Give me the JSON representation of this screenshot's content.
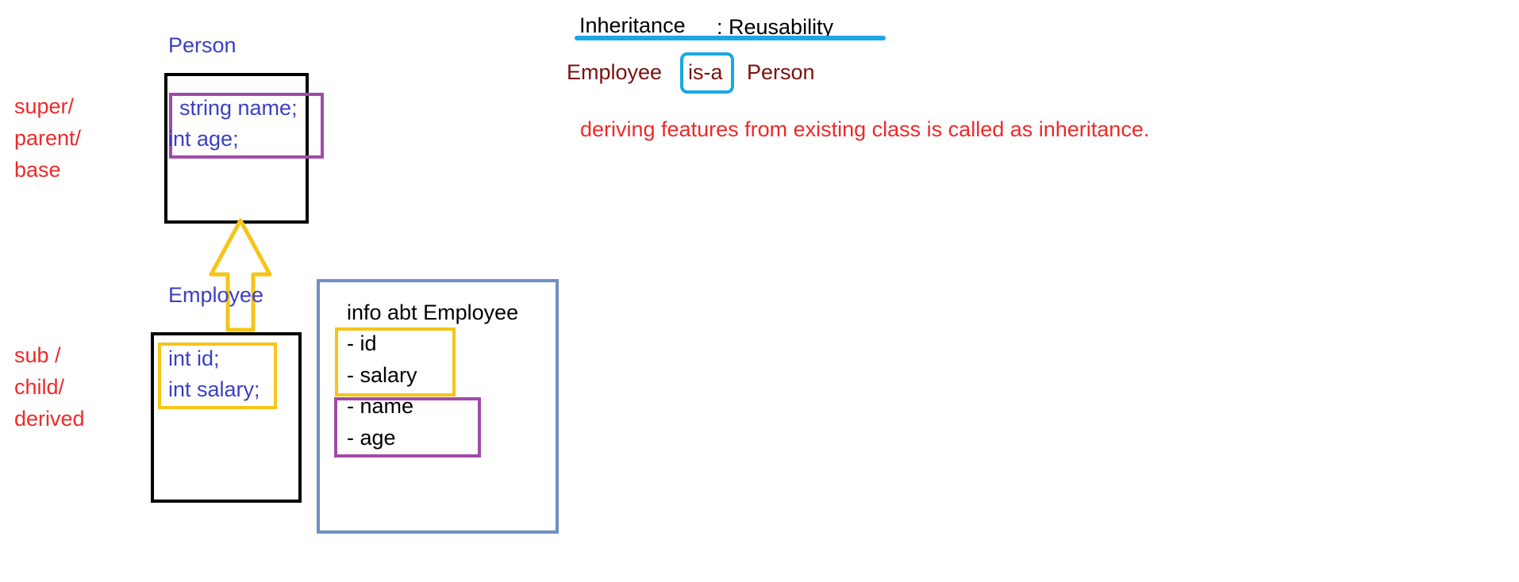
{
  "title": {
    "word": "Inheritance",
    "subtitle": ": Reusability"
  },
  "relation": {
    "left": "Employee",
    "connector": "is-a",
    "right": "Person"
  },
  "definition": "deriving features from existing class is called as inheritance.",
  "parent_class": {
    "name": "Person",
    "members": [
      "string name;",
      "int age;"
    ],
    "role_labels": [
      "super/",
      "parent/",
      "base"
    ]
  },
  "child_class": {
    "name": "Employee",
    "members": [
      "int id;",
      "int salary;"
    ],
    "role_labels": [
      "sub /",
      "child/",
      "derived"
    ]
  },
  "info_box": {
    "heading": "info abt Employee",
    "own_fields": [
      "- id",
      "- salary"
    ],
    "inherited_fields": [
      "- name",
      "- age"
    ]
  },
  "colors": {
    "class_text": "#3b3fc4",
    "role_text": "#ee2a2a",
    "relation_text": "#7a1010",
    "inherited_highlight": "#a04aa8",
    "own_highlight": "#f5c518",
    "info_border": "#6f8fc3",
    "title_underline": "#1ba7e3",
    "arrow": "#f5c518"
  }
}
